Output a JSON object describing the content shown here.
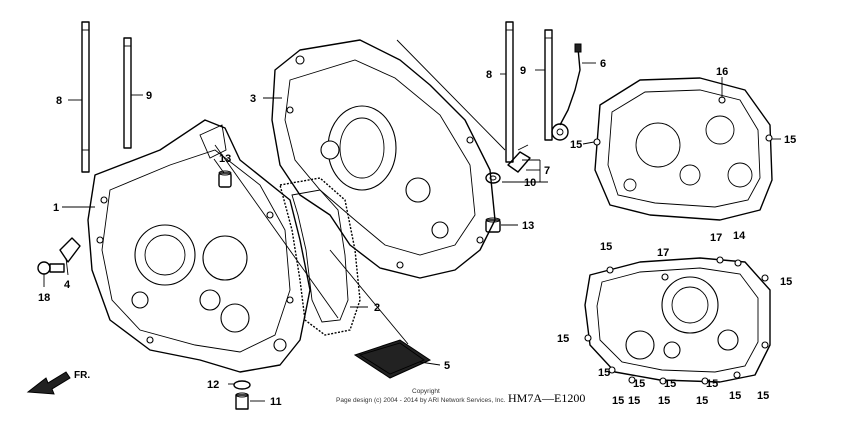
{
  "callouts": {
    "c1": "1",
    "c2": "2",
    "c3": "3",
    "c4": "4",
    "c5": "5",
    "c6": "6",
    "c7": "7",
    "c8a": "8",
    "c8b": "8",
    "c9a": "9",
    "c9b": "9",
    "c10": "10",
    "c11": "11",
    "c12": "12",
    "c13a": "13",
    "c13b": "13",
    "c14": "14",
    "c16": "16",
    "c17a": "17",
    "c17b": "17",
    "c18": "18",
    "c15": [
      "15",
      "15",
      "15",
      "15",
      "15",
      "15",
      "15",
      "15",
      "15",
      "15",
      "15",
      "15",
      "15",
      "15",
      "15"
    ]
  },
  "direction_label": "FR.",
  "copyright_title": "Copyright",
  "copyright_text": "Page design (c) 2004 - 2014 by ARI Network Services, Inc.",
  "diagram_code": "HM7A—E1200"
}
